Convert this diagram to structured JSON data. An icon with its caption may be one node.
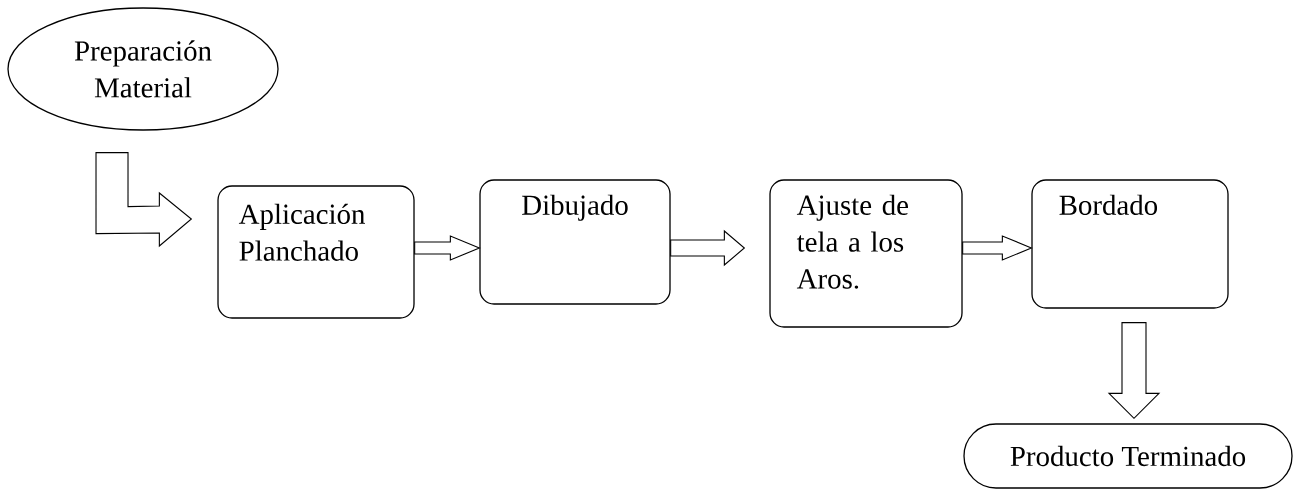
{
  "diagram": {
    "nodes": [
      {
        "text": [
          "Preparación Material"
        ]
      },
      {
        "text": [
          "Aplicación Planchado"
        ]
      },
      {
        "text": [
          "Dibujado"
        ]
      },
      {
        "text": [
          "Ajuste de tela a los Aros."
        ]
      },
      {
        "text": [
          "Bordado"
        ]
      },
      {
        "text": [
          "Producto Terminado"
        ]
      }
    ],
    "edges": [
      {
        "from": 0,
        "to": 1,
        "arrow": "to"
      },
      {
        "from": 1,
        "to": 2,
        "arrow": "to"
      },
      {
        "from": 2,
        "to": 3,
        "arrow": "to"
      },
      {
        "from": 3,
        "to": 4,
        "arrow": "to"
      },
      {
        "from": 4,
        "to": 5,
        "arrow": "to"
      }
    ]
  }
}
